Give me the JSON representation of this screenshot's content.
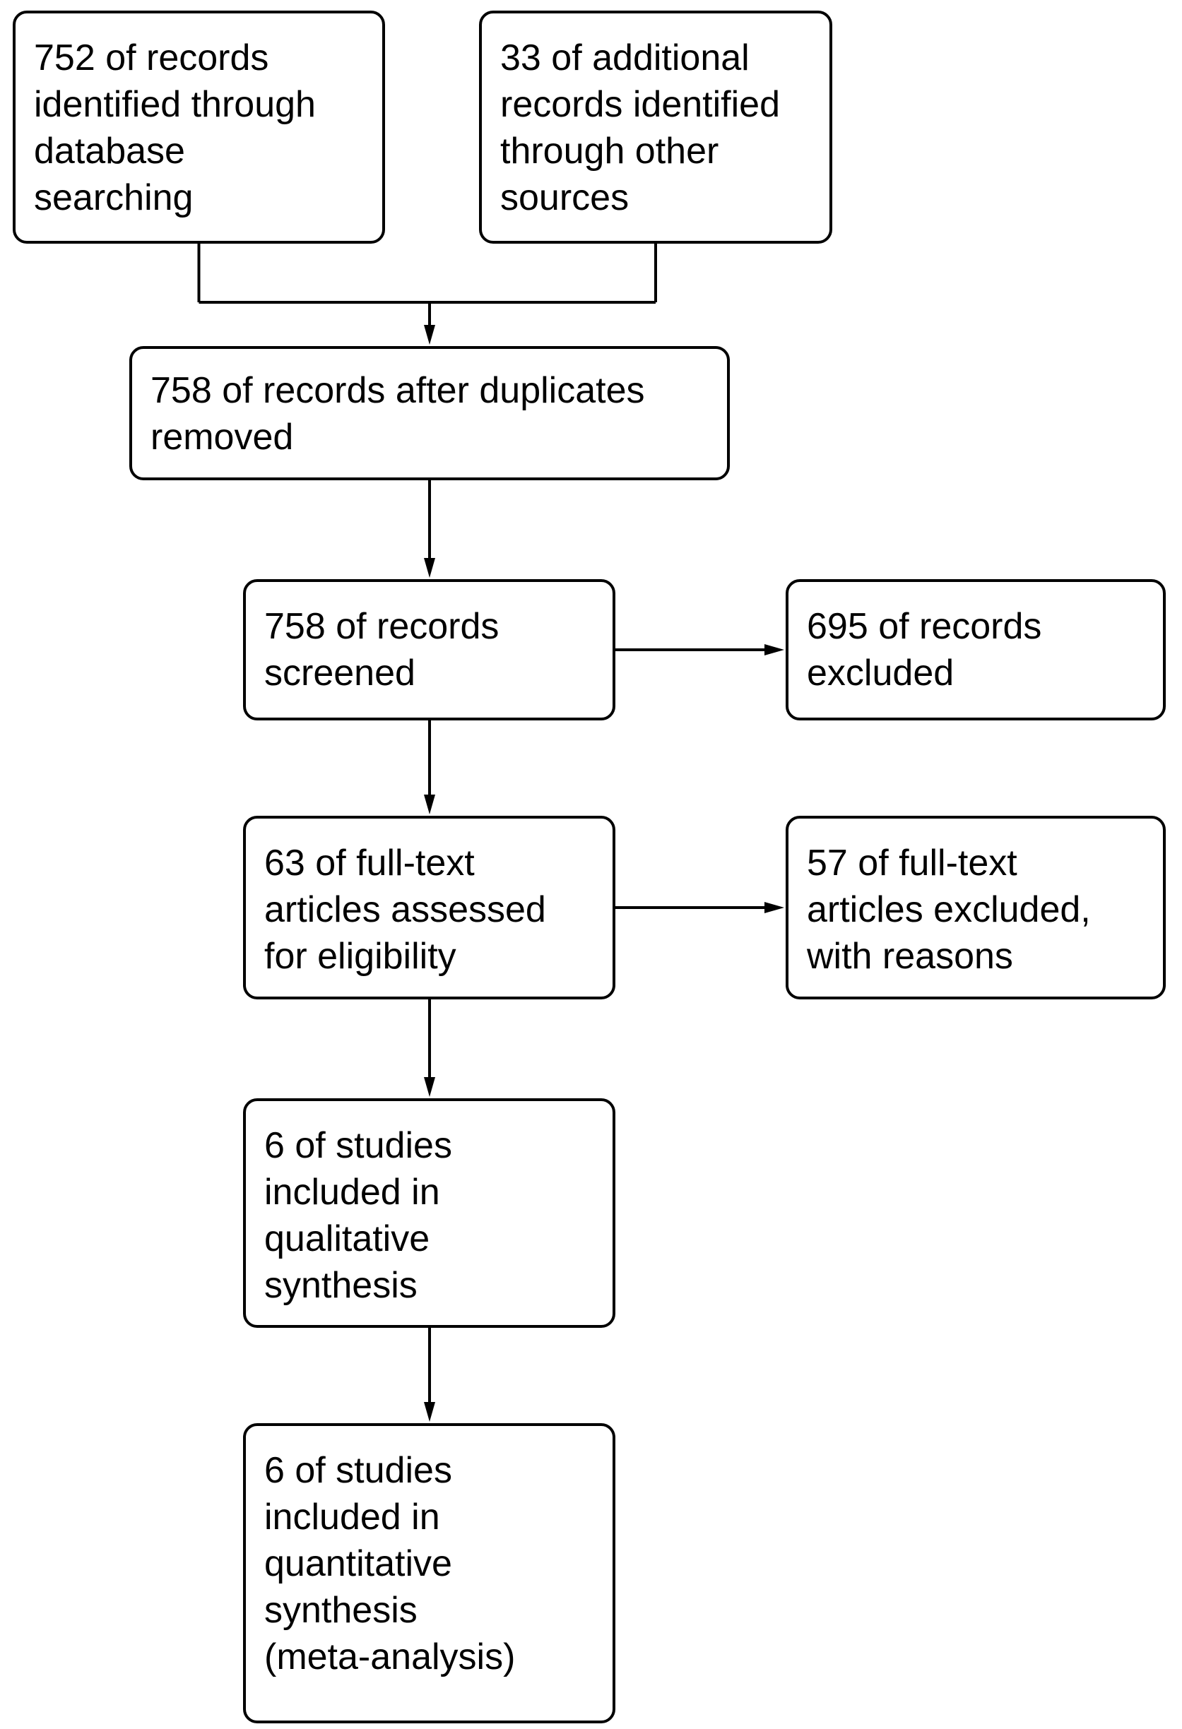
{
  "flowchart": {
    "type": "flow-diagram",
    "colors": {
      "background": "#ffffff",
      "box_fill": "#ffffff",
      "box_border": "#000000",
      "text": "#000000",
      "arrow": "#000000"
    },
    "nodes": [
      {
        "id": "records-identified-database",
        "label": "752 of records\nidentified through\ndatabase\nsearching"
      },
      {
        "id": "records-identified-other-sources",
        "label": "33 of additional\nrecords identified\nthrough other\nsources"
      },
      {
        "id": "records-after-duplicates-removed",
        "label": "758 of records after duplicates\nremoved"
      },
      {
        "id": "records-screened",
        "label": "758 of records\nscreened"
      },
      {
        "id": "records-excluded",
        "label": "695 of records\nexcluded"
      },
      {
        "id": "fulltext-assessed-for-eligibility",
        "label": "63 of full-text\narticles assessed\nfor eligibility"
      },
      {
        "id": "fulltext-excluded-with-reasons",
        "label": "57 of full-text\narticles excluded,\nwith reasons"
      },
      {
        "id": "studies-qualitative-synthesis",
        "label": "6 of studies\nincluded in\nqualitative\nsynthesis"
      },
      {
        "id": "studies-quantitative-synthesis",
        "label": "6 of studies\nincluded in\nquantitative\nsynthesis\n(meta-analysis)"
      }
    ],
    "edges": [
      {
        "from": "records-identified-database",
        "to": "records-after-duplicates-removed"
      },
      {
        "from": "records-identified-other-sources",
        "to": "records-after-duplicates-removed"
      },
      {
        "from": "records-after-duplicates-removed",
        "to": "records-screened"
      },
      {
        "from": "records-screened",
        "to": "records-excluded"
      },
      {
        "from": "records-screened",
        "to": "fulltext-assessed-for-eligibility"
      },
      {
        "from": "fulltext-assessed-for-eligibility",
        "to": "fulltext-excluded-with-reasons"
      },
      {
        "from": "fulltext-assessed-for-eligibility",
        "to": "studies-qualitative-synthesis"
      },
      {
        "from": "studies-qualitative-synthesis",
        "to": "studies-quantitative-synthesis"
      }
    ]
  }
}
